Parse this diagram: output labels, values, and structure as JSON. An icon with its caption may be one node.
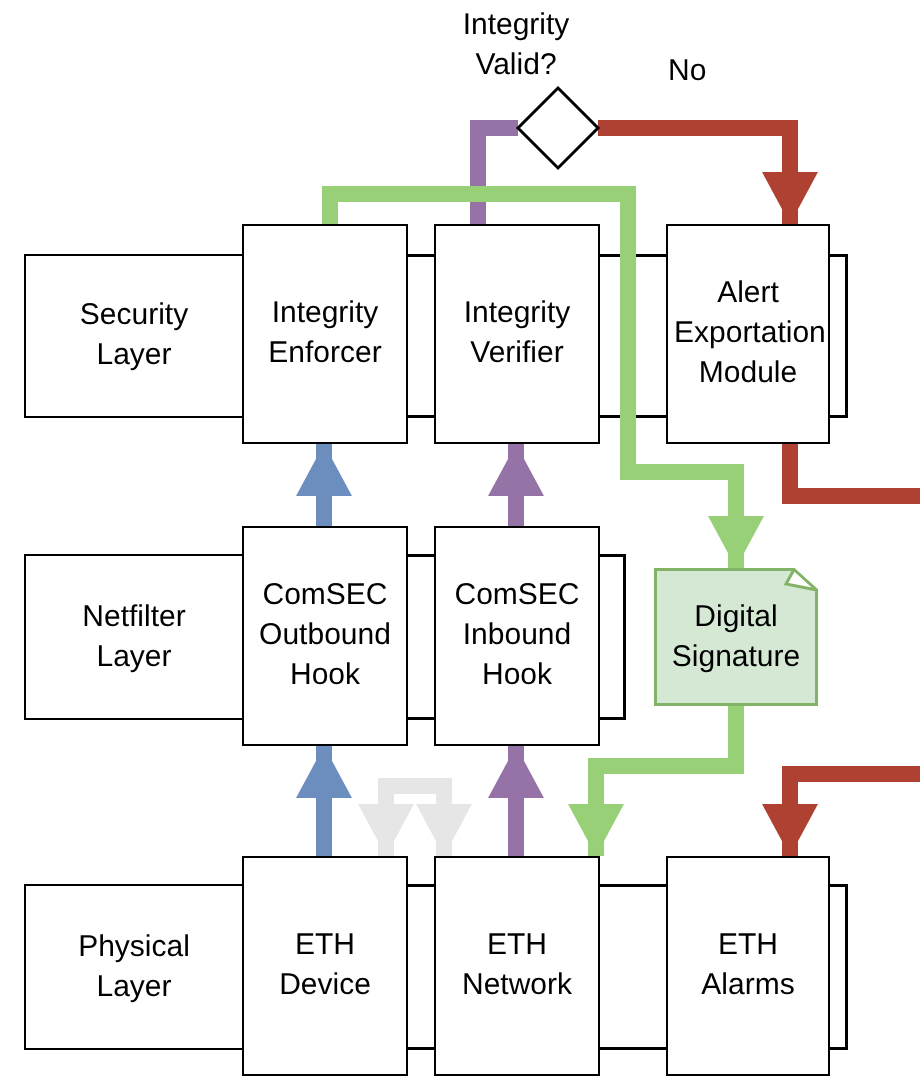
{
  "diagram": {
    "nodes": [
      {
        "text": [
          "Security Layer"
        ]
      },
      {
        "text": [
          "Integrity Enforcer"
        ]
      },
      {
        "text": [
          "Integrity Verifier"
        ]
      },
      {
        "text": [
          "Alert Exportation Module"
        ]
      },
      {
        "text": [
          "Integrity Valid?"
        ]
      },
      {
        "text": [
          "Netfilter Layer"
        ]
      },
      {
        "text": [
          "ComSEC Outbound Hook"
        ]
      },
      {
        "text": [
          "ComSEC Inbound Hook"
        ]
      },
      {
        "text": [
          "Digital Signature"
        ]
      },
      {
        "text": [
          "Physical Layer"
        ]
      },
      {
        "text": [
          "ETH Device"
        ]
      },
      {
        "text": [
          "ETH Network"
        ]
      },
      {
        "text": [
          "ETH Alarms"
        ]
      }
    ],
    "edges": [
      {
        "from": 6,
        "to": 1,
        "arrow": "to",
        "color": "#6c8ebf"
      },
      {
        "from": 7,
        "to": 2,
        "arrow": "to",
        "color": "#9673a6"
      },
      {
        "from": 10,
        "to": 6,
        "arrow": "to",
        "color": "#6c8ebf"
      },
      {
        "from": 11,
        "to": 7,
        "arrow": "to",
        "color": "#9673a6"
      },
      {
        "from": 2,
        "to": 4,
        "arrow": "none",
        "color": "#9673a6"
      },
      {
        "from": 4,
        "to": 3,
        "arrow": "to",
        "label": "No",
        "color": "#ae4132"
      },
      {
        "from": 1,
        "to": 8,
        "arrow": "to",
        "color": "#97d077"
      },
      {
        "from": 8,
        "to": 11,
        "arrow": "to",
        "color": "#97d077"
      },
      {
        "from": 3,
        "to": null,
        "arrow": "none",
        "color": "#ae4132"
      },
      {
        "from": null,
        "to": 12,
        "arrow": "to",
        "color": "#ae4132"
      },
      {
        "from": 10,
        "to": 11,
        "arrow": "both",
        "color": "#e6e6e6"
      }
    ]
  }
}
